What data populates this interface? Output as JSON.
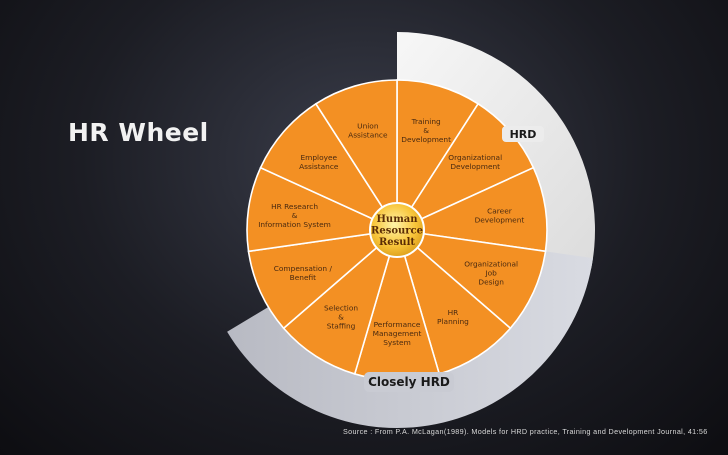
{
  "title": "HR Wheel",
  "hub": {
    "lines": [
      "Human",
      "Resource",
      "Result"
    ]
  },
  "segments": [
    {
      "id": "training-development",
      "lines": [
        "Training",
        "&",
        "Development"
      ],
      "group": "HRD"
    },
    {
      "id": "organizational-development",
      "lines": [
        "Organizational",
        "Development"
      ],
      "group": "HRD"
    },
    {
      "id": "career-development",
      "lines": [
        "Career",
        "Development"
      ],
      "group": "HRD"
    },
    {
      "id": "organizational-job-design",
      "lines": [
        "Organizational",
        "Job",
        "Design"
      ],
      "group": "Closely HRD"
    },
    {
      "id": "hr-planning",
      "lines": [
        "HR",
        "Planning"
      ],
      "group": "Closely HRD"
    },
    {
      "id": "performance-management-system",
      "lines": [
        "Performance",
        "Management",
        "System"
      ],
      "group": "Closely HRD"
    },
    {
      "id": "selection-staffing",
      "lines": [
        "Selection",
        "&",
        "Staffing"
      ],
      "group": "Closely HRD"
    },
    {
      "id": "compensation-benefit",
      "lines": [
        "Compensation /",
        "Benefit"
      ],
      "group": "other"
    },
    {
      "id": "hr-research-information-system",
      "lines": [
        "HR Research",
        "&",
        "Information System"
      ],
      "group": "other"
    },
    {
      "id": "employee-assistance",
      "lines": [
        "Employee",
        "Assistance"
      ],
      "group": "other"
    },
    {
      "id": "union-assistance",
      "lines": [
        "Union",
        "Assistance"
      ],
      "group": "other"
    }
  ],
  "rings": {
    "hrd": {
      "label": "HRD"
    },
    "closely_hrd": {
      "label": "Closely HRD"
    }
  },
  "source": "Source : From P.A. McLagan(1989). Models for HRD practice, Training and Development Journal, 41:56",
  "colors": {
    "segment_fill": "#f39023",
    "segment_border": "#ffffff",
    "hub_fill": "#f8c53a",
    "hrd_ring": "#ececec",
    "closely_hrd_ring": "#c9cbd3",
    "title_text": "#f2f2f2"
  }
}
